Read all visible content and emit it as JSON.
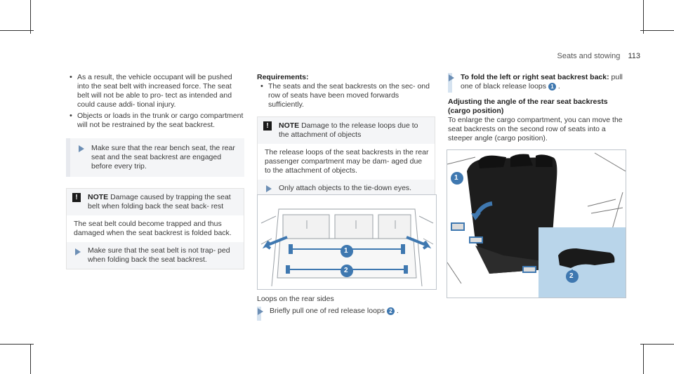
{
  "header": {
    "section": "Seats and stowing",
    "page_number": "113"
  },
  "col1": {
    "bullets": [
      "As a result, the vehicle occupant will be pushed into the seat belt with increased force. The seat belt will not be able to pro- tect as intended and could cause addi- tional injury.",
      "Objects or loads in the trunk or cargo compartment will not be restrained by the seat backrest."
    ],
    "step1": "Make sure that the rear bench seat, the rear seat and the seat backrest are engaged before every trip.",
    "note": {
      "label": "NOTE",
      "title": "Damage caused by trapping the seat belt when folding back the seat back- rest",
      "body": "The seat belt could become trapped and thus damaged when the seat backrest is folded back.",
      "step": "Make sure that the seat belt is not trap- ped when folding back the seat backrest."
    }
  },
  "col2": {
    "requirements_heading": "Requirements:",
    "requirement": "The seats and the seat backrests on the sec- ond row of seats have been moved forwards sufficiently.",
    "note": {
      "label": "NOTE",
      "title": "Damage to the release loops due to the attachment of objects",
      "body": "The release loops of the seat backrests in the rear passenger compartment may be dam- aged due to the attachment of objects.",
      "step": "Only attach objects to the tie-down eyes."
    },
    "figure_caption": "Loops on the rear sides",
    "step_text": "Briefly pull one of red release loops",
    "step_num": "2",
    "fig_labels": [
      "1",
      "2"
    ]
  },
  "col3": {
    "step_bold": "To fold the left or right seat backrest back:",
    "step_text": "pull one of black release loops",
    "step_num": "1",
    "heading": "Adjusting the angle of the rear seat backrests (cargo position)",
    "paragraph": "To enlarge the cargo compartment, you can move the seat backrests on the second row of seats into a steeper angle (cargo position).",
    "fig_labels": [
      "1",
      "2"
    ]
  },
  "colors": {
    "accent_blue": "#3f78b0",
    "step_triangle": "#6d8fb5",
    "inset_blue": "#b9d5ea"
  }
}
